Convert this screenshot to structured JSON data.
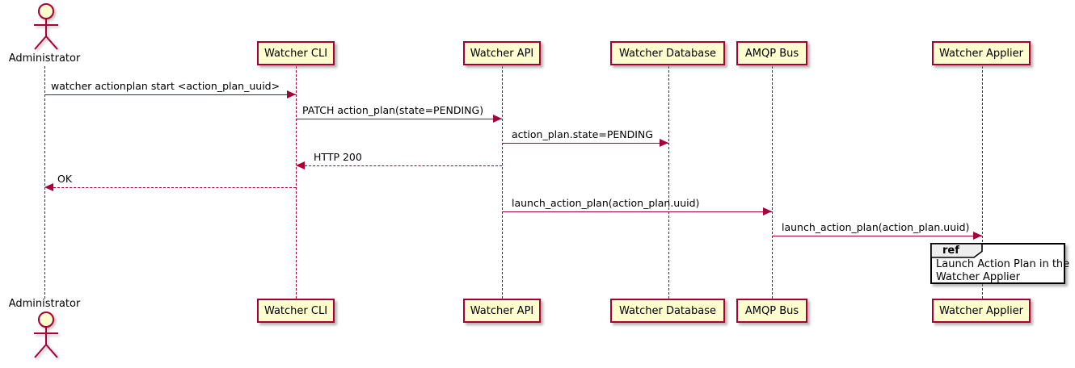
{
  "diagram_type": "uml-sequence-diagram",
  "actor": {
    "label": "Administrator"
  },
  "participants": [
    {
      "label": "Watcher CLI"
    },
    {
      "label": "Watcher API"
    },
    {
      "label": "Watcher Database"
    },
    {
      "label": "AMQP Bus"
    },
    {
      "label": "Watcher Applier"
    }
  ],
  "messages": [
    {
      "from": "Administrator",
      "to": "Watcher CLI",
      "text": "watcher actionplan start <action_plan_uuid>",
      "line": "solid"
    },
    {
      "from": "Watcher CLI",
      "to": "Watcher API",
      "text": "PATCH action_plan(state=PENDING)",
      "line": "solid"
    },
    {
      "from": "Watcher API",
      "to": "Watcher Database",
      "text": "action_plan.state=PENDING",
      "line": "solid"
    },
    {
      "from": "Watcher API",
      "to": "Watcher CLI",
      "text": "HTTP 200",
      "line": "dashed"
    },
    {
      "from": "Watcher CLI",
      "to": "Administrator",
      "text": "OK",
      "line": "dashed"
    },
    {
      "from": "Watcher API",
      "to": "AMQP Bus",
      "text": "launch_action_plan(action_plan.uuid)",
      "line": "solid"
    },
    {
      "from": "AMQP Bus",
      "to": "Watcher Applier",
      "text": "launch_action_plan(action_plan.uuid)",
      "line": "solid"
    }
  ],
  "ref_fragment": {
    "keyword": "ref",
    "line1": "Launch Action Plan in the",
    "line2": "Watcher Applier"
  },
  "colors": {
    "participant_fill": "#FEFECE",
    "stroke": "#A80036",
    "text": "#000000",
    "ref_tab_fill": "#EEEEEE",
    "ref_border": "#000000",
    "background": "#FFFFFF"
  }
}
